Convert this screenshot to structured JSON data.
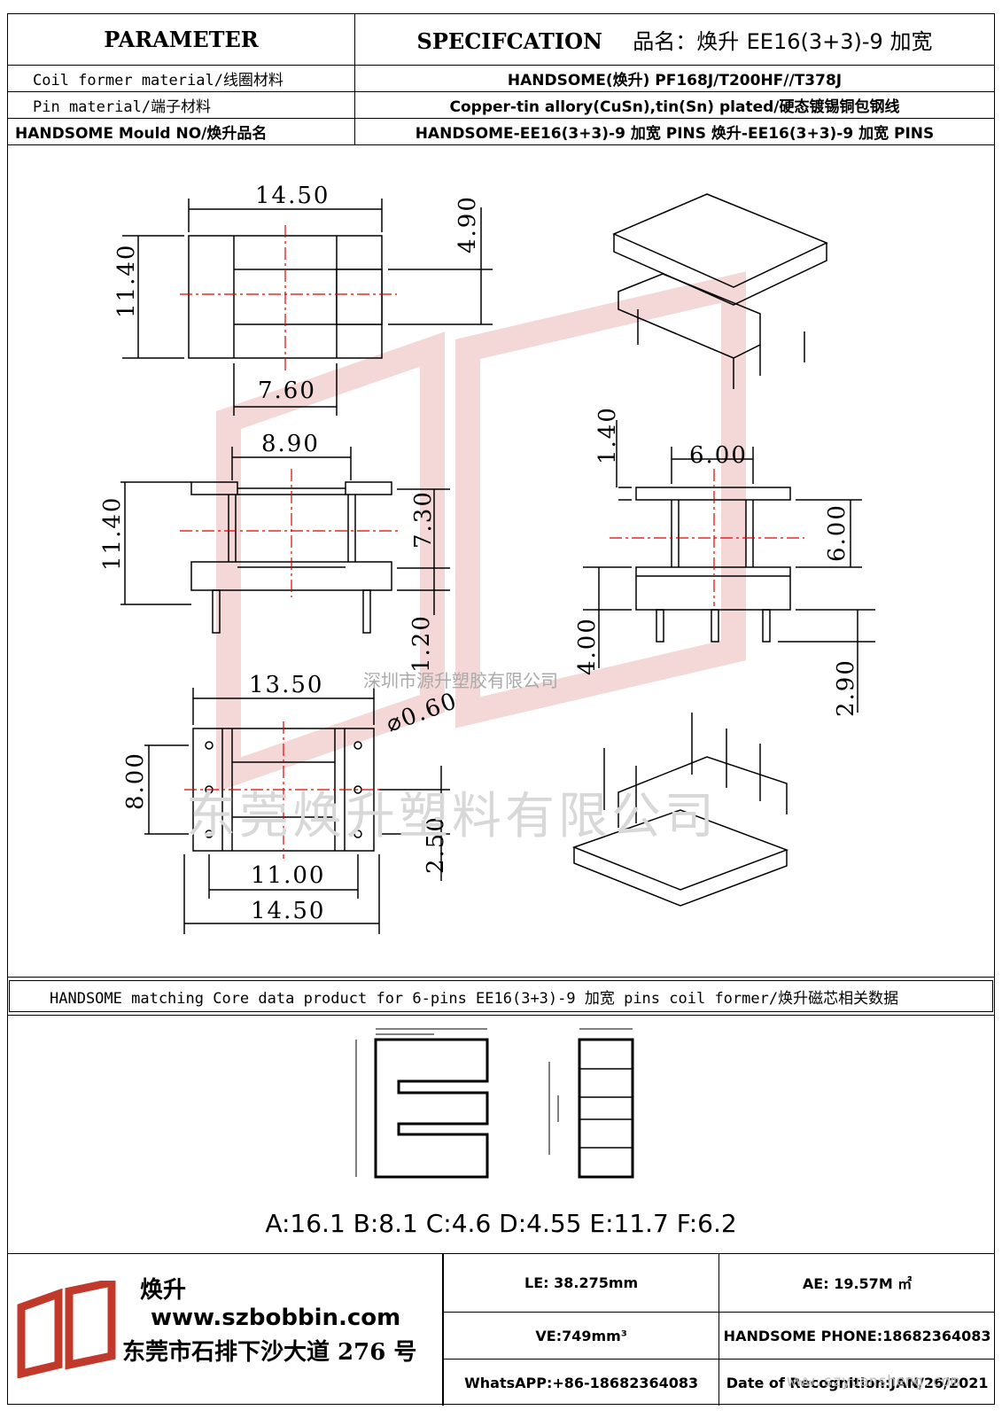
{
  "header": {
    "parameter": "PARAMETER",
    "specification": "SPECIFCATION",
    "product_label": "品名：焕升",
    "product_name": "EE16(3+3)-9 加宽"
  },
  "rows": [
    {
      "label": "Coil former material/线圈材料",
      "value": "HANDSOME(焕升)  PF168J/T200HF//T378J"
    },
    {
      "label": "Pin material/端子材料",
      "value": "Copper-tin allory(CuSn),tin(Sn) plated/硬态镀锡铜包钢线"
    },
    {
      "label": "HANDSOME Mould NO/焕升品名",
      "value": "HANDSOME-EE16(3+3)-9 加宽 PINS   焕升-EE16(3+3)-9 加宽  PINS"
    }
  ],
  "dimensions": {
    "A": "14.50",
    "B": "4.90",
    "C": "11.40",
    "D": "7.60",
    "E": "8.90",
    "F": "11.40",
    "G": "7.30",
    "H": "1.20",
    "I": "4.00",
    "J": "6.00",
    "K": "6.00",
    "L": "2.90",
    "M": "⌀0.60",
    "N": "13.50",
    "O": "8.00",
    "P": "11.00",
    "Q": "14.50",
    "R": "2.50",
    "pin_1_40": "1.40"
  },
  "watermarks": {
    "company_small": "深圳市源升塑胶有限公司",
    "company_large": "东莞焕升塑料有限公司",
    "url": "www.szyuansheng.com"
  },
  "core_section": {
    "title": "HANDSOME matching Core data  product for 6-pins EE16(3+3)-9 加宽 pins coil former/焕升磁芯相关数据",
    "values_line": "A:16.1 B:8.1 C:4.6 D:4.55 E:11.7 F:6.2"
  },
  "footer": {
    "brand": "焕升",
    "website": "www.szbobbin.com",
    "address": "东莞市石排下沙大道 276 号",
    "le": "LE: 38.275mm",
    "ae": "AE: 19.57M ㎡",
    "ve": "VE:749mm³",
    "phone": "HANDSOME PHONE:18682364083",
    "whatsapp": "WhatsAPP:+86-18682364083",
    "date": "Date of Recognition:JAN/26/2021"
  },
  "colors": {
    "watermark_red": "#e8b4b4",
    "centerline_red": "#e00000"
  }
}
